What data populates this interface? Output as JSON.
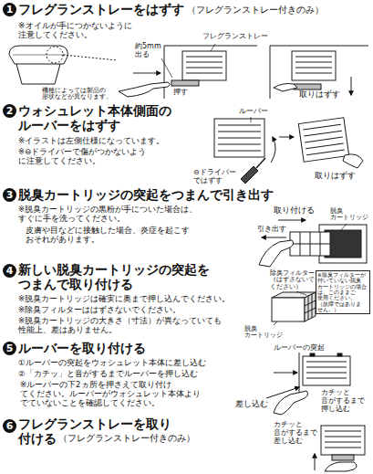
{
  "diagram": {
    "nodes": [
      {
        "text": [
          "1"
        ]
      },
      {
        "text": [
          "2"
        ]
      },
      {
        "text": [
          "3"
        ]
      },
      {
        "text": [
          "4"
        ]
      },
      {
        "text": [
          "5"
        ]
      },
      {
        "text": [
          "6"
        ]
      }
    ],
    "labels": [
      "フレグランストレーをはずす",
      "（フレグランストレー付きのみ）",
      "※オイルが手につかないように 注意してください。",
      "機種によっては製品の 形状などが異なります。",
      "約5mm 出る",
      "フレグランストレー",
      "押す",
      "取りはずす",
      "ウォシュレット本体側面の ルーバーをはずす",
      "※イラストは左側仕様になっています。",
      "※⊖ドライバーで傷がつかないよう に注意してください。",
      "ルーバー",
      "⊖ドライバー ではずす",
      "取りはずす",
      "脱臭カートリッジの突起をつまんで引き出す",
      "※脱臭カートリッジの黒粉が手についた場合は、 すぐに手を洗ってください。",
      "皮膚や目などに接触した場合、炎症を起こす おそれがあります。",
      "引き出す",
      "取り付ける",
      "脱臭 カートリッジ",
      "新しい脱臭カートリッジの突起を つまんで取り付ける",
      "※脱臭カートリッジは確実に奥まで押し込んでください。",
      "※除臭フィルターははずさないでください。",
      "※脱臭カートリッジの大きさ（寸法）が異なっていても 性能上、差はありません。",
      "除臭フィルター （はずさないで ください）",
      "※除臭フィルターが 付いていない脱臭 カートリッジの場合 は、このままご 使用ください。 （故障ではありま せん。）",
      "脱臭 カートリッジ",
      "ルーバーを取り付ける",
      "①ルーバーの突起をウォシュレット本体に差し込む",
      "②「カチッ」と音がするまでルーバーを押し込む",
      "※ルーバーの下2ヵ所を押さえて取り付け てください。ルーバーがウォシュレット本体より でていないことを確認してください。",
      "ルーバーの突起",
      "差し込む",
      "カチッと 音がするまで 押し込む",
      "フレグランストレーを取り 付ける",
      "（フレグランストレー付きのみ）",
      "カチッと 音がするまで 差し込む"
    ]
  }
}
